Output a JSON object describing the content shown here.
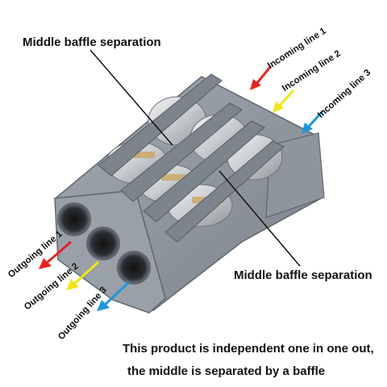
{
  "callouts": {
    "top": "Middle baffle separation",
    "bottom": "Middle baffle separation"
  },
  "incoming": [
    {
      "label": "Incoming line 1",
      "color": "#e52323"
    },
    {
      "label": "Incoming line 2",
      "color": "#f2e614"
    },
    {
      "label": "Incoming line 3",
      "color": "#1f96dc"
    }
  ],
  "outgoing": [
    {
      "label": "Outgoing line 1",
      "color": "#e52323"
    },
    {
      "label": "Outgoing line 2",
      "color": "#f2e614"
    },
    {
      "label": "Outgoing line 3",
      "color": "#1f96dc"
    }
  ],
  "caption": {
    "line1": "This product is independent one in one out,",
    "line2": "the middle is separated by a baffle"
  },
  "colors": {
    "housing": "#8a9099",
    "housing_dark": "#5c636c",
    "metal": "#d7dadd",
    "copper": "#c9a15a"
  }
}
